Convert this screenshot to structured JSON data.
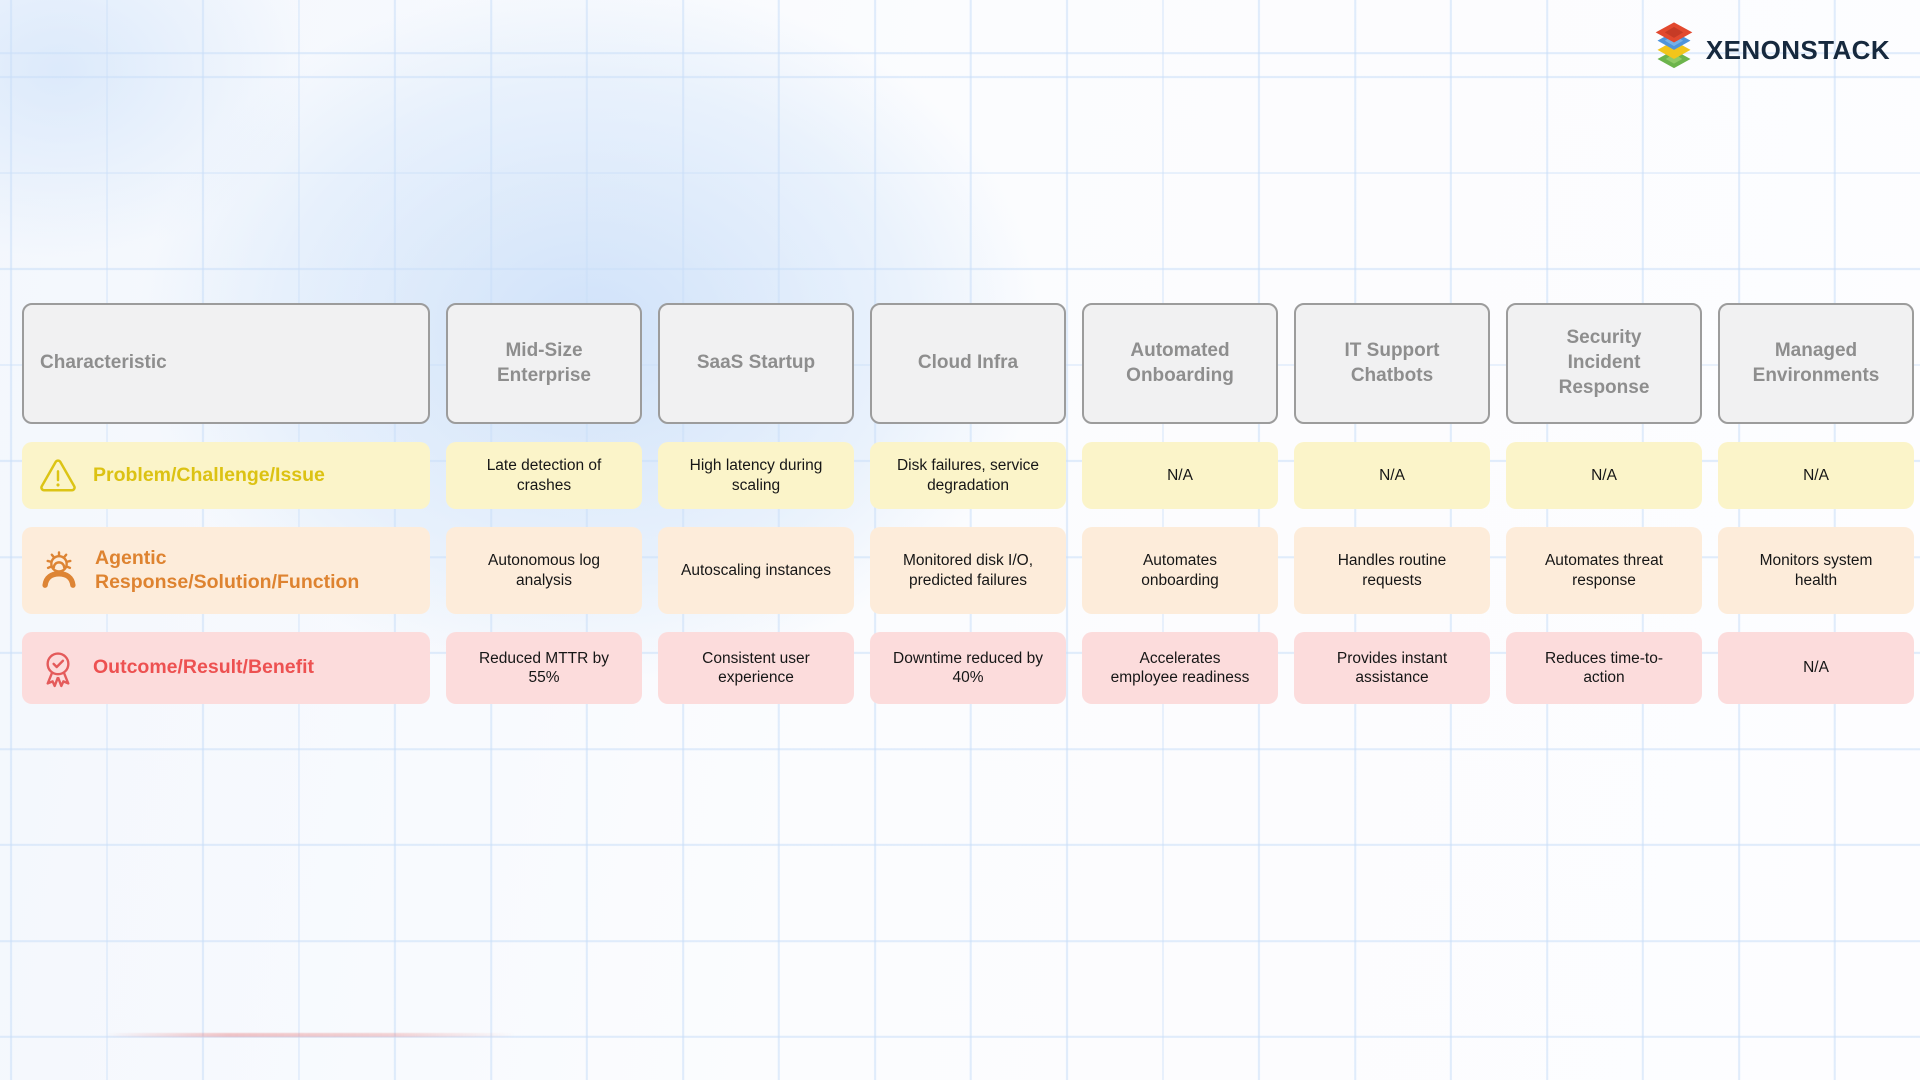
{
  "logo": {
    "brand": "XENONSTACK"
  },
  "table": {
    "columns": [
      {
        "label": "Characteristic"
      },
      {
        "label": "Mid-Size Enterprise"
      },
      {
        "label": "SaaS Startup"
      },
      {
        "label": "Cloud Infra"
      },
      {
        "label": "Automated Onboarding"
      },
      {
        "label": "IT Support Chatbots"
      },
      {
        "label": "Security Incident Response"
      },
      {
        "label": "Managed Environments"
      }
    ],
    "rows": [
      {
        "label": "Problem/Challenge/Issue",
        "icon": "warning-triangle-icon",
        "accent_color": "#dcc213",
        "bg_color": "#fbf4c9",
        "cells": [
          "Late detection of crashes",
          "High latency during scaling",
          "Disk failures, service degradation",
          "N/A",
          "N/A",
          "N/A",
          "N/A"
        ]
      },
      {
        "label": "Agentic Response/Solution/Function",
        "icon": "agent-gear-icon",
        "accent_color": "#de8330",
        "bg_color": "#fdecda",
        "cells": [
          "Autonomous log analysis",
          "Autoscaling instances",
          "Monitored disk I/O, predicted failures",
          "Automates onboarding",
          "Handles routine requests",
          "Automates threat response",
          "Monitors system health"
        ]
      },
      {
        "label": "Outcome/Result/Benefit",
        "icon": "award-medal-icon",
        "accent_color": "#ed5151",
        "bg_color": "#fcdcdc",
        "cells": [
          "Reduced MTTR by 55%",
          "Consistent user experience",
          "Downtime reduced by 40%",
          "Accelerates employee readiness",
          "Provides instant assistance",
          "Reduces time-to-action",
          "N/A"
        ]
      }
    ]
  },
  "palette": {
    "header_fill": "#f1f1f2",
    "header_border": "#9c9c9c",
    "header_text": "#8e8e8e",
    "grid_line": "#c9def8",
    "logo_text": "#16293e",
    "logo_layers": [
      "#e2492f",
      "#4e94dc",
      "#f2c51b",
      "#6cb44c"
    ]
  }
}
